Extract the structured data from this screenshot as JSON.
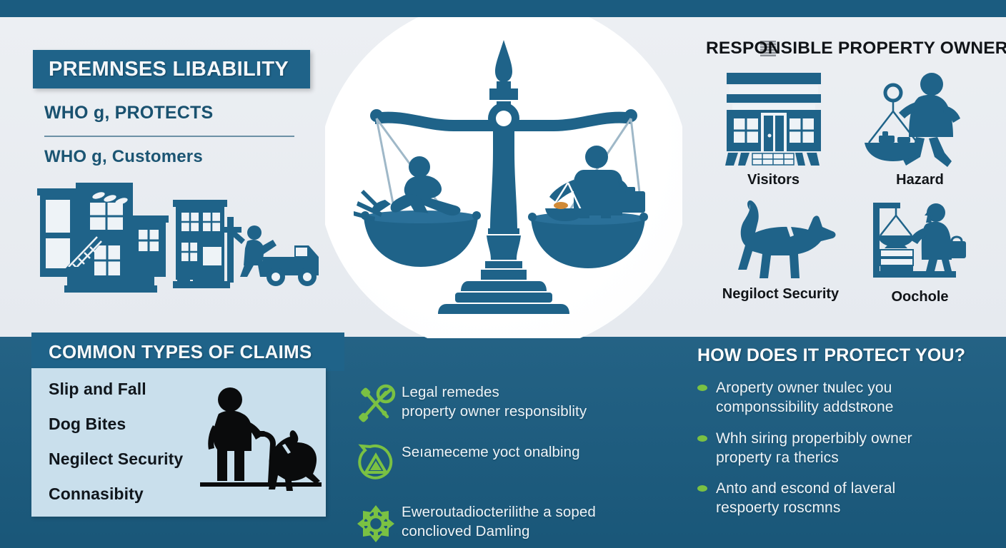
{
  "colors": {
    "band_blue": "#1b5c80",
    "header_blue": "#1f6389",
    "panel_light_blue": "#c9dfec",
    "page_light": "#e9edf1",
    "accent_green": "#7ac143",
    "icon_blue": "#1f6389",
    "dark_text": "#111418"
  },
  "left": {
    "title": "PREMNSES LIBABILITY",
    "subtitle_a": "WHO g, PROTECTS",
    "subtitle_b": "WHO g, Customers",
    "illustration": "two-buildings-truck-illustration"
  },
  "center": {
    "illustration": "scales-of-justice-slip-and-fall-vs-property-owner"
  },
  "right_top": {
    "title": "RESPONSIBLE PROPERTY OWNER",
    "icons": [
      {
        "label": "Visitors",
        "icon": "storefront-icon"
      },
      {
        "label": "Hazard",
        "icon": "woman-holding-scale-icon"
      },
      {
        "label": "Negiloct Security",
        "icon": "dog-icon"
      },
      {
        "label": "Oochole",
        "icon": "market-stall-shopper-icon"
      }
    ]
  },
  "claims": {
    "heading": "COMMON TYPES OF CLAIMS",
    "items": [
      "Slip and Fall",
      "Dog Bites",
      "Negilect Security",
      "Connasibity"
    ],
    "illustration": "man-with-cane-and-dog-silhouette"
  },
  "middle_column": {
    "rows": [
      {
        "icon": "crossed-gavel-tools-icon",
        "line1": "Legal remedes",
        "line2": "property owner responsiblity"
      },
      {
        "icon": "warning-chat-bubble-icon",
        "line1": "Seıameceme yoct onalbing",
        "line2": ""
      },
      {
        "icon": "four-way-arrows-icon",
        "line1": "Eweroutadiocterilithe a soped",
        "line2": "conclioved Damling"
      }
    ]
  },
  "right_bottom": {
    "heading": "HOW DOES IT PROTECT YOU?",
    "bullets": [
      {
        "line1": "Aroperty owner tɴulec you",
        "line2": "componssibility addstʀone"
      },
      {
        "line1": "Whh siring properbibly owner",
        "line2": "property гa therics"
      },
      {
        "line1": "Anto and escond of laveral",
        "line2": "respoerty roscmns"
      }
    ]
  }
}
